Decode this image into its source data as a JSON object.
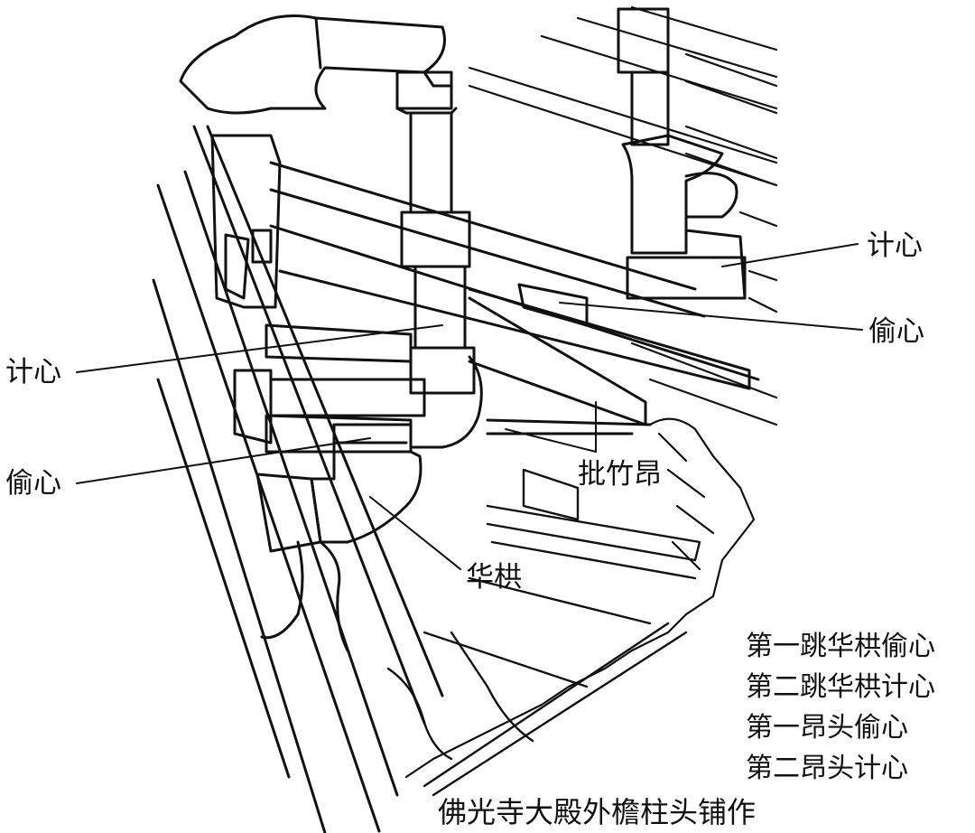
{
  "labels": {
    "jixin_right": "计心",
    "touxin_right": "偷心",
    "jixin_left": "计心",
    "touxin_left": "偷心",
    "pizhuang": "批竹昂",
    "huagong": "华栱"
  },
  "legend": [
    "第一跳华栱偷心",
    "第二跳华栱计心",
    "第一昂头偷心",
    "第二昂头计心"
  ],
  "caption": "佛光寺大殿外檐柱头铺作",
  "colors": {
    "ink": "#111111",
    "paper": "#ffffff"
  }
}
